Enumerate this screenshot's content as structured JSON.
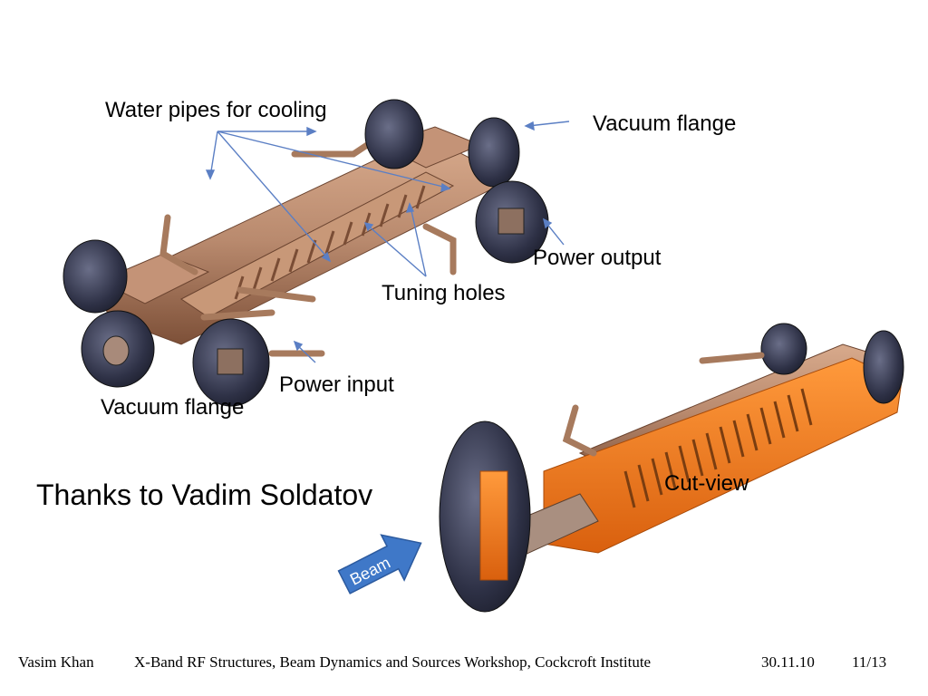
{
  "labels": {
    "water_pipes": "Water pipes for cooling",
    "vacuum_flange_top": "Vacuum flange",
    "power_output": "Power output",
    "tuning_holes": "Tuning holes",
    "power_input": "Power input",
    "vacuum_flange_bottom": "Vacuum flange",
    "cut_view": "Cut-view",
    "beam": "Beam"
  },
  "credit": "Thanks to Vadim Soldatov",
  "footer": {
    "author": "Vasim Khan",
    "event": "X-Band RF Structures, Beam Dynamics and Sources Workshop, Cockcroft Institute",
    "date": "30.11.10",
    "page": "11/13"
  },
  "colors": {
    "copper": "#b98a6e",
    "copper_dark": "#8a5a3e",
    "flange": "#3a3d52",
    "cut_orange": "#f07a1c",
    "arrow": "#5b7fc4",
    "beam_arrow": "#3f78c8"
  }
}
